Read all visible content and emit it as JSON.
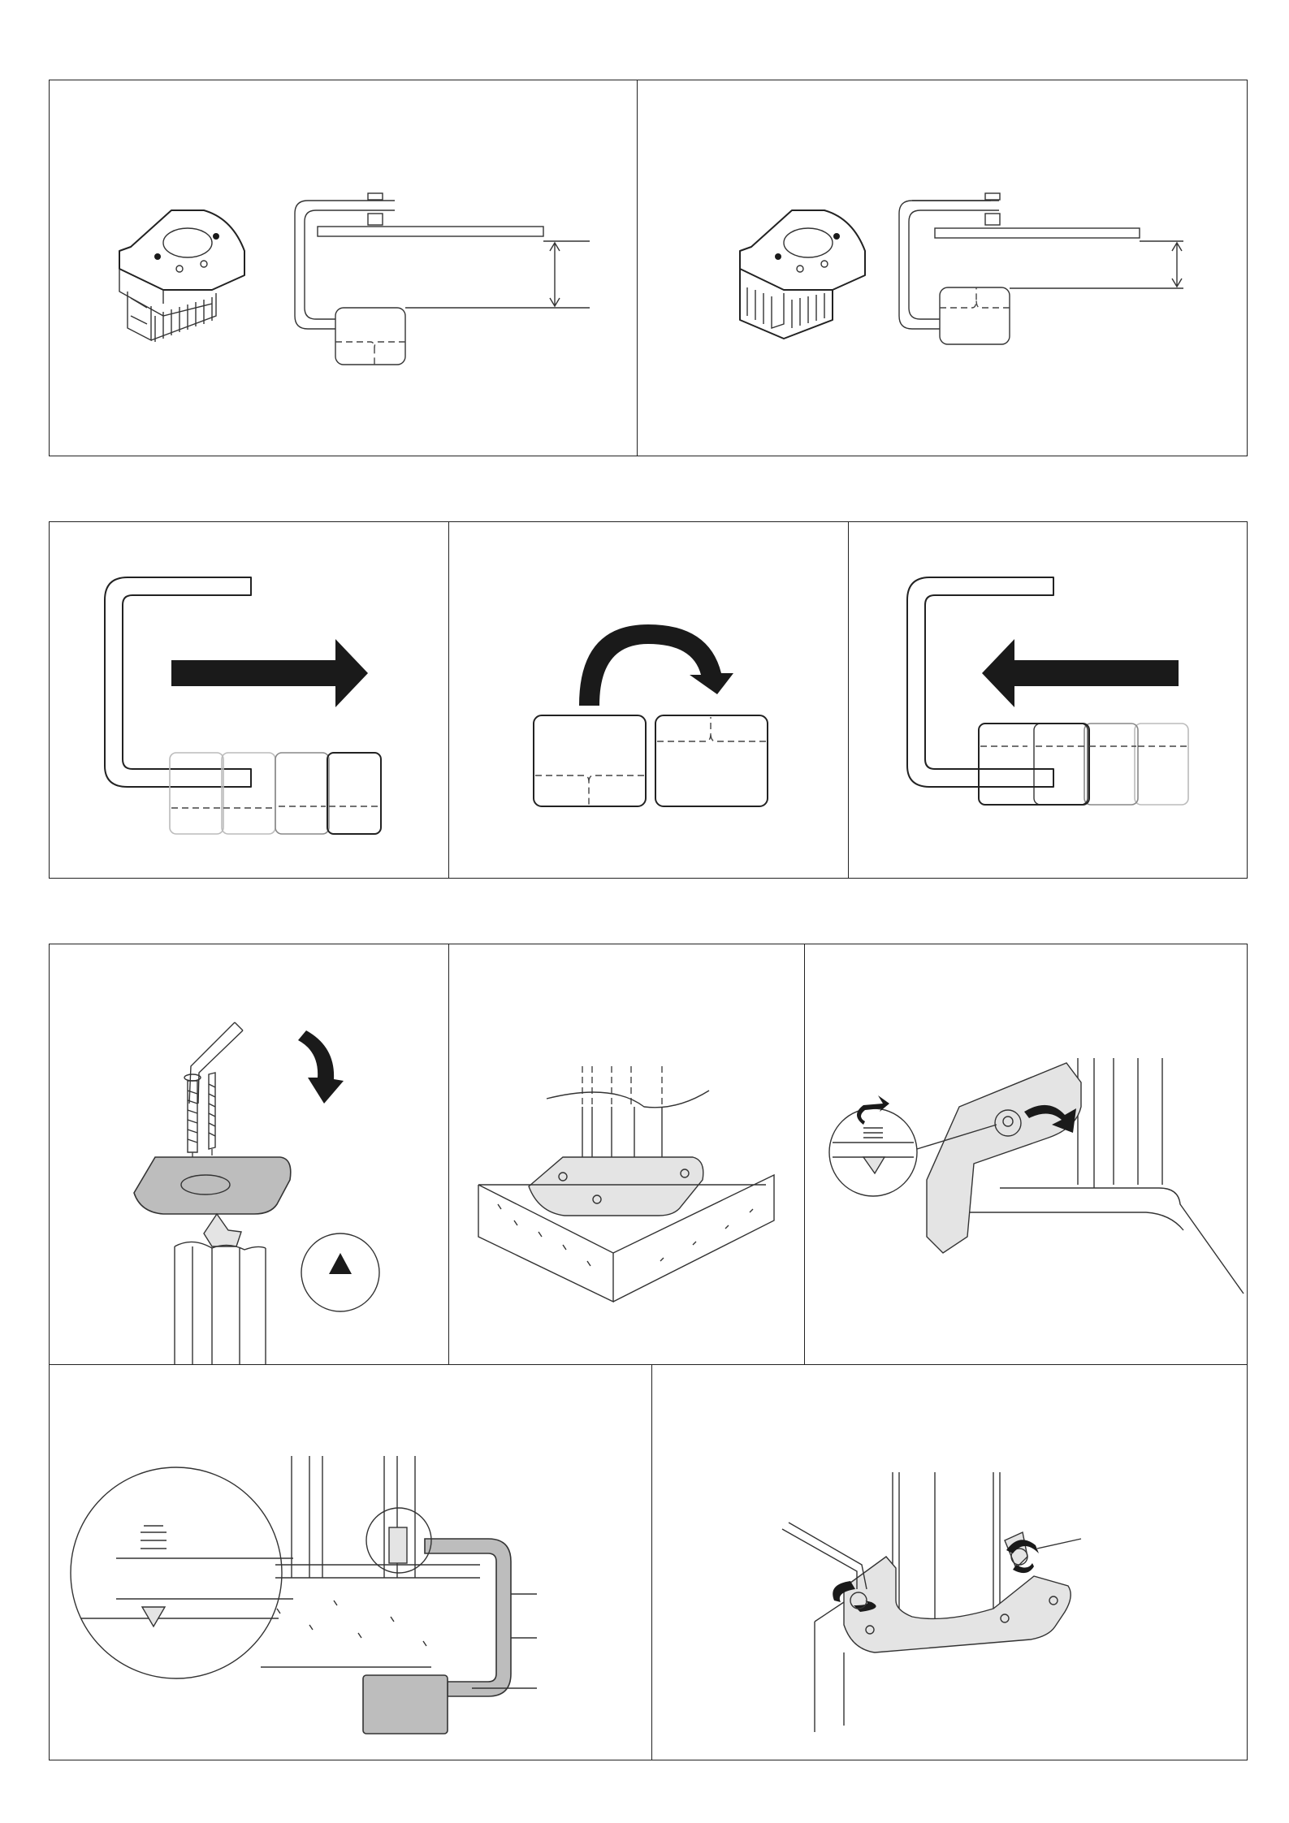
{
  "document": {
    "sections": [
      {
        "name": "clamp-adjustment",
        "steps": [
          "clamp-orientation-thin-desk",
          "clamp-orientation-thick-desk"
        ]
      },
      {
        "name": "clamp-pad-flip",
        "steps": [
          "slide-pad-out",
          "rotate-pad",
          "slide-pad-back"
        ]
      },
      {
        "name": "mounting",
        "steps": [
          "attach-base-plate",
          "place-on-desk",
          "tighten-clamp",
          "clamp-detail",
          "final-tightening"
        ]
      }
    ],
    "icons": [
      "arrow-right-icon",
      "rotate-arrow-icon",
      "arrow-left-icon",
      "allen-key-icon",
      "rotate-clockwise-icon",
      "triangle-up-icon",
      "screw-icon"
    ]
  }
}
